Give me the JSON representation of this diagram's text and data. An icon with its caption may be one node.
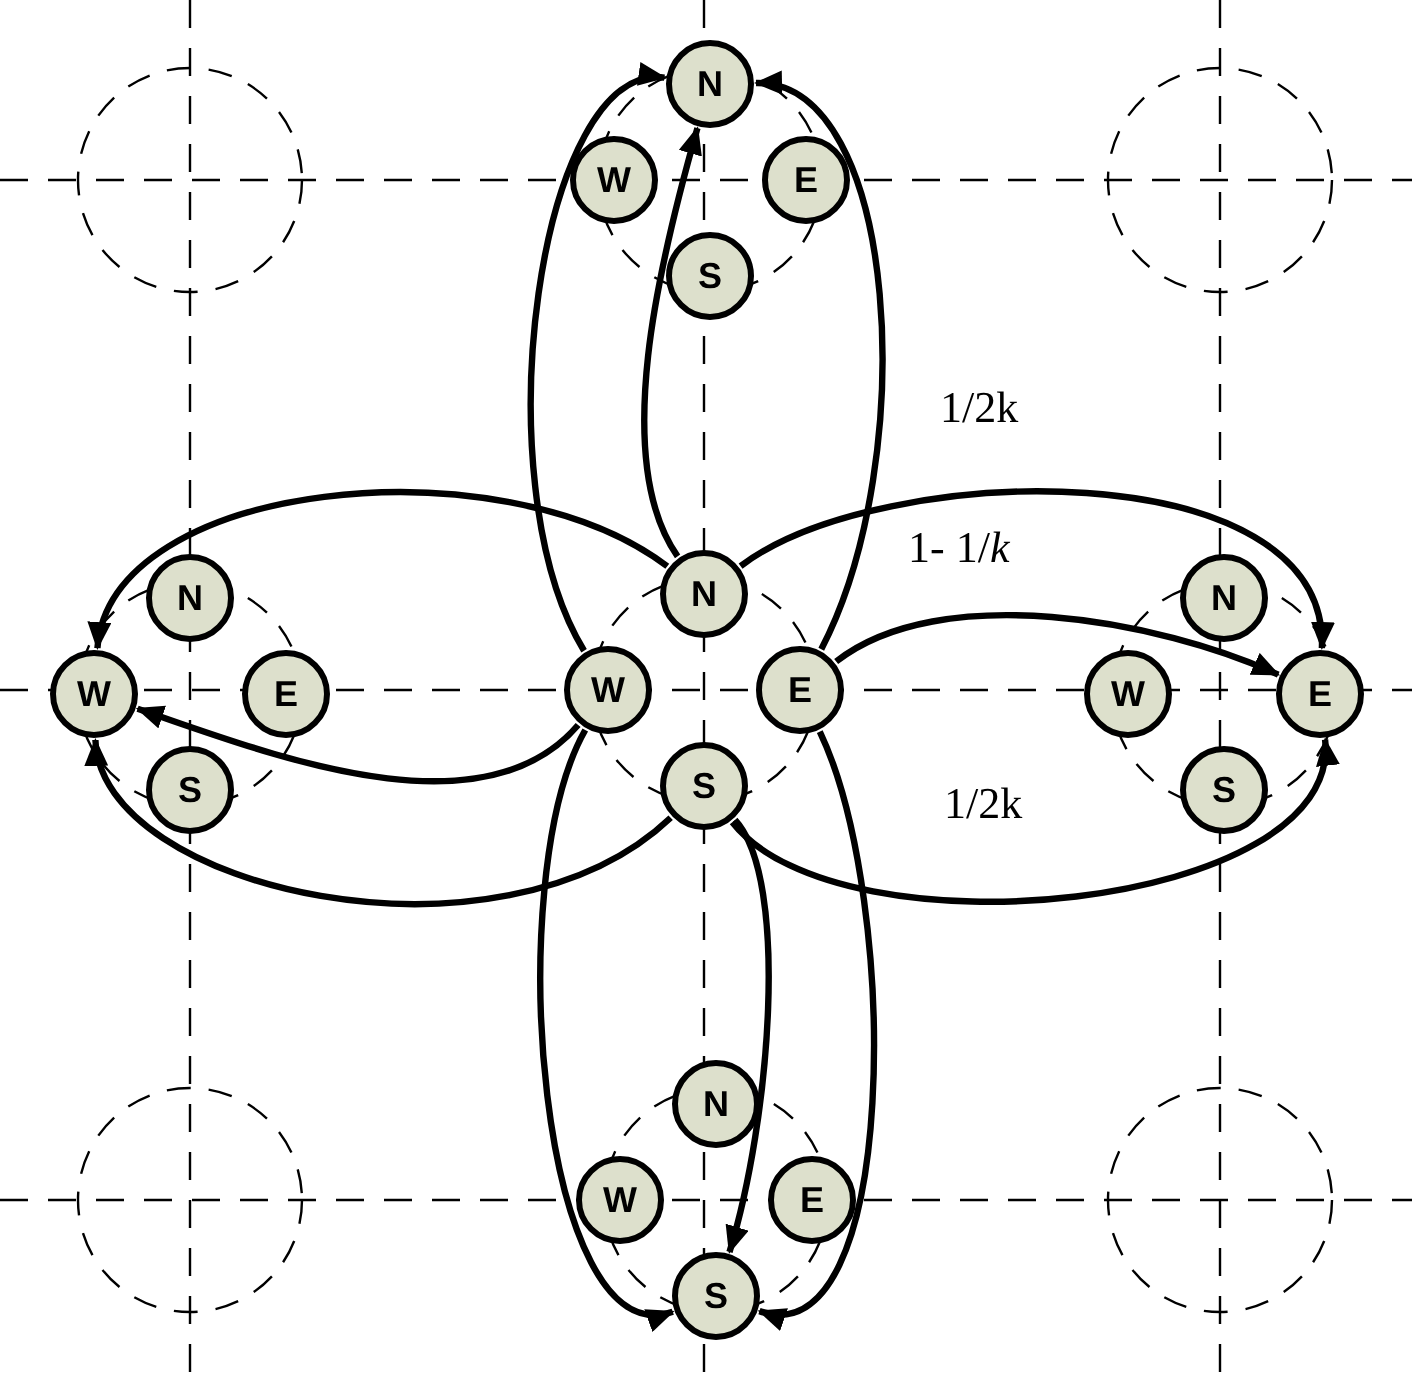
{
  "diagram": {
    "nodes": [
      {
        "text": [
          "N"
        ]
      },
      {
        "text": [
          "W"
        ]
      },
      {
        "text": [
          "E"
        ]
      },
      {
        "text": [
          "S"
        ]
      },
      {
        "text": [
          "N"
        ]
      },
      {
        "text": [
          "W"
        ]
      },
      {
        "text": [
          "E"
        ]
      },
      {
        "text": [
          "S"
        ]
      },
      {
        "text": [
          "N"
        ]
      },
      {
        "text": [
          "W"
        ]
      },
      {
        "text": [
          "E"
        ]
      },
      {
        "text": [
          "S"
        ]
      },
      {
        "text": [
          "N"
        ]
      },
      {
        "text": [
          "W"
        ]
      },
      {
        "text": [
          "E"
        ]
      },
      {
        "text": [
          "S"
        ]
      },
      {
        "text": [
          "N"
        ]
      },
      {
        "text": [
          "W"
        ]
      },
      {
        "text": [
          "E"
        ]
      },
      {
        "text": [
          "S"
        ]
      }
    ],
    "edges": [
      {
        "from": 8,
        "to": 0,
        "arrow": "to"
      },
      {
        "from": 9,
        "to": 0,
        "arrow": "to"
      },
      {
        "from": 10,
        "to": 0,
        "arrow": "to"
      },
      {
        "from": 8,
        "to": 5,
        "arrow": "to"
      },
      {
        "from": 9,
        "to": 5,
        "arrow": "to"
      },
      {
        "from": 11,
        "to": 5,
        "arrow": "to"
      },
      {
        "from": 8,
        "to": 14,
        "arrow": "to",
        "label": "1/2k"
      },
      {
        "from": 10,
        "to": 14,
        "arrow": "to",
        "label": "1- 1/*k*"
      },
      {
        "from": 11,
        "to": 14,
        "arrow": "to",
        "label": "1/2k"
      },
      {
        "from": 9,
        "to": 19,
        "arrow": "to"
      },
      {
        "from": 11,
        "to": 19,
        "arrow": "to"
      },
      {
        "from": 10,
        "to": 19,
        "arrow": "to"
      }
    ]
  }
}
